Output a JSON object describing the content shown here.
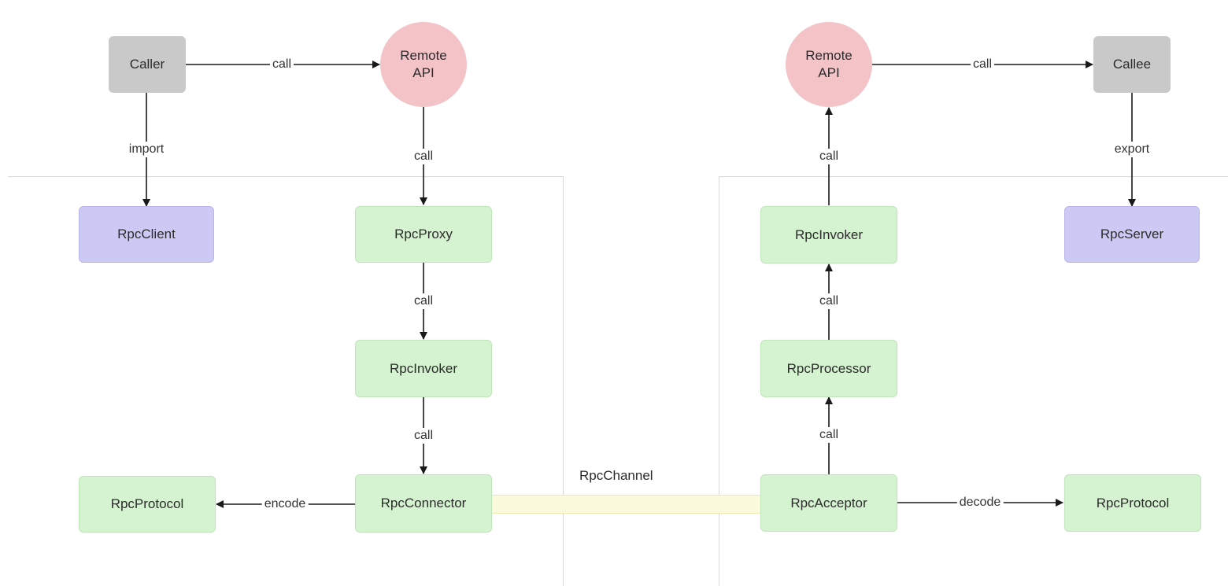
{
  "nodes": {
    "caller": "Caller",
    "remote_api_left": "Remote\nAPI",
    "rpc_client": "RpcClient",
    "rpc_proxy": "RpcProxy",
    "rpc_invoker_left": "RpcInvoker",
    "rpc_connector": "RpcConnector",
    "rpc_protocol_left": "RpcProtocol",
    "remote_api_right": "Remote\nAPI",
    "callee": "Callee",
    "rpc_invoker_right": "RpcInvoker",
    "rpc_server": "RpcServer",
    "rpc_processor": "RpcProcessor",
    "rpc_acceptor": "RpcAcceptor",
    "rpc_protocol_right": "RpcProtocol"
  },
  "channel": {
    "label": "RpcChannel"
  },
  "edges": {
    "caller_to_remote": "call",
    "caller_import": "import",
    "remote_to_proxy": "call",
    "proxy_to_invoker": "call",
    "invoker_to_connector": "call",
    "connector_encode": "encode",
    "remote_to_callee": "call",
    "callee_export": "export",
    "invoker_to_remote": "call",
    "processor_to_invoker": "call",
    "acceptor_to_processor": "call",
    "acceptor_decode": "decode"
  },
  "colors": {
    "actor": "#c9c9c9",
    "remote_api": "#f3c3c8",
    "entry": "#cdc9f5",
    "component": "#d5f3d0",
    "channel": "#fbfadc"
  }
}
